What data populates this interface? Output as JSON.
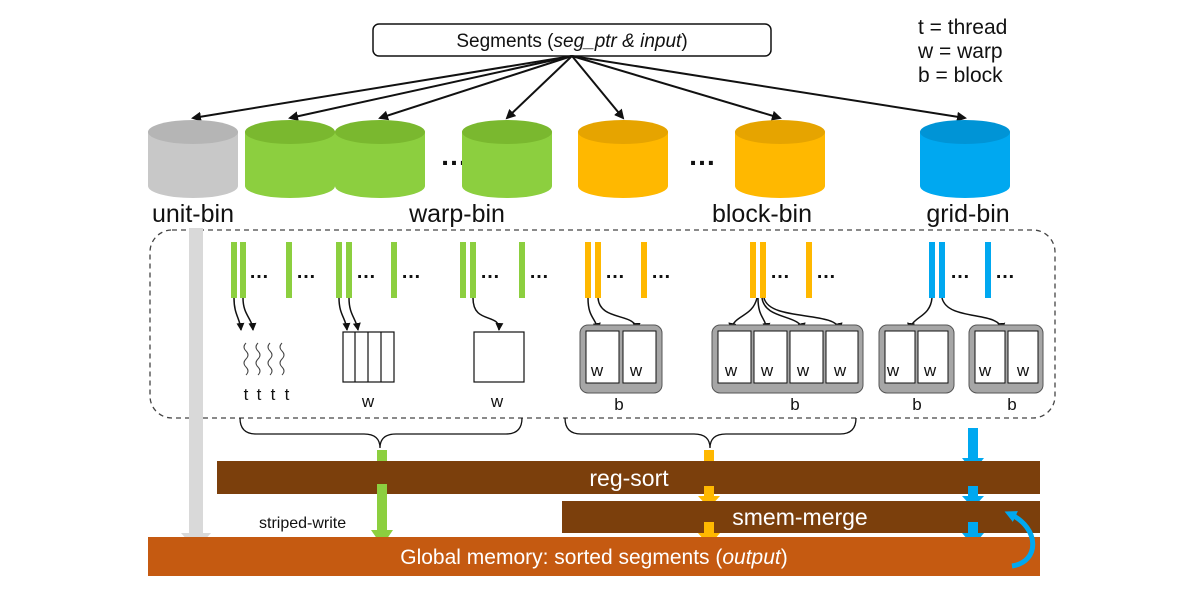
{
  "header": {
    "segments_box": {
      "prefix": "Segments (",
      "italic": "seg_ptr & input",
      "suffix": ")"
    }
  },
  "legend": [
    "t = thread",
    "w = warp",
    "b = block"
  ],
  "bins": {
    "unit": "unit-bin",
    "warp": "warp-bin",
    "block": "block-bin",
    "grid": "grid-bin"
  },
  "ellipsis": "…",
  "unit_labels": {
    "thread": "t",
    "warp": "w",
    "block": "b"
  },
  "pipeline": {
    "reg_sort": "reg-sort",
    "smem_merge": "smem-merge",
    "striped_write": "striped-write",
    "global": {
      "prefix": "Global memory: sorted segments (",
      "italic": "output",
      "suffix": ")"
    }
  },
  "colors": {
    "unit_bin": "#c8c8c8",
    "warp_bin": "#8ccf3f",
    "block_bin": "#ffb800",
    "grid_bin": "#00a8f0",
    "reg_sort_bar": "#7b3f0c",
    "smem_merge_bar": "#7b3f0c",
    "global_bar": "#c55a11",
    "passthrough_arrow": "#d9d9d9",
    "block_frame": "#a6a6a6"
  }
}
